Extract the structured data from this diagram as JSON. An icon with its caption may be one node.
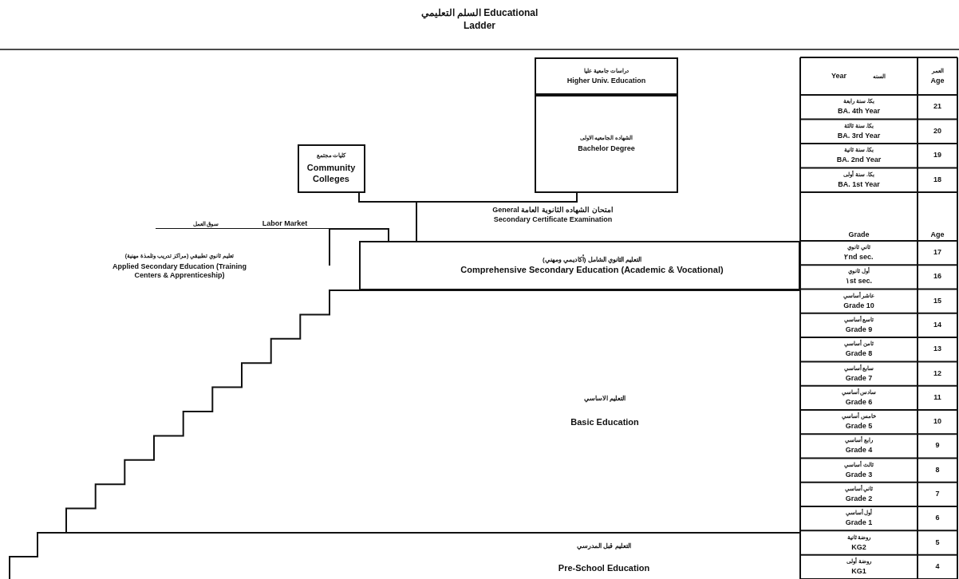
{
  "diagram": {
    "title": "السلم التعليمي Educational Ladder",
    "nodes": [
      {
        "text": [
          "دراسات جامعية عليا",
          "Higher Univ. Education"
        ]
      },
      {
        "text": [
          "الشهاده الجامعيه الاولى",
          "Bachelor Degree"
        ]
      },
      {
        "text": [
          "كليات مجتمع",
          "Community Colleges"
        ]
      },
      {
        "text": [
          "التعليم الثانوي الشامل (أكاديمي ومهني)",
          "Comprehensive Secondary Education (Academic & Vocational)"
        ]
      },
      {
        "text": [
          "التعليم الاساسي",
          "Basic Education"
        ]
      },
      {
        "text": [
          "التعليم قبل المدرسي",
          "Pre-School Education"
        ]
      },
      {
        "text": [
          "Labor Market",
          "سوق العمل"
        ]
      },
      {
        "text": [
          "تعليم ثانوي تطبيقي (مراكز تدريب وتلمذة مهنية)",
          "Applied Secondary Education (Training Centers & Apprenticeship)"
        ]
      }
    ],
    "edges": [
      {
        "from": 3,
        "to": 2,
        "arrow": "none"
      },
      {
        "from": 3,
        "to": 1,
        "arrow": "none",
        "label": "امتحان الشهاده الثانوية العامة General Secondary Certificate Examination"
      },
      {
        "from": 3,
        "to": 6,
        "arrow": "none"
      },
      {
        "from": 3,
        "to": null,
        "arrow": "none"
      }
    ],
    "labels": [
      "Year",
      "السنه",
      "العمر",
      "Age",
      "بكا. سنة رابعة",
      "BA. 4th Year",
      "21",
      "بكا. سنة ثالثة",
      "BA. 3rd Year",
      "20",
      "بكا. سنة ثانية",
      "BA. 2nd Year",
      "19",
      "بكا. سنة أولى",
      "BA. 1st Year",
      "18",
      "Grade",
      "Age",
      "ثاني ثانوي",
      "٢nd sec.",
      "17",
      "أول ثانوي",
      "١st sec.",
      "16",
      "عاشر أساسي",
      "Grade 10",
      "15",
      "تاسع أساسي",
      "Grade 9",
      "14",
      "ثامن أساسي",
      "Grade 8",
      "13",
      "سابع أساسي",
      "Grade 7",
      "12",
      "سادس أساسي",
      "Grade 6",
      "11",
      "خامس أساسي",
      "Grade 5",
      "10",
      "رابع أساسي",
      "Grade 4",
      "9",
      "ثالث أساسي",
      "Grade 3",
      "8",
      "ثاني أساسي",
      "Grade 2",
      "7",
      "أول أساسي",
      "Grade 1",
      "6",
      "روضة ثانية",
      "KG2",
      "5",
      "روضة أولى",
      "KG1",
      "4"
    ]
  }
}
